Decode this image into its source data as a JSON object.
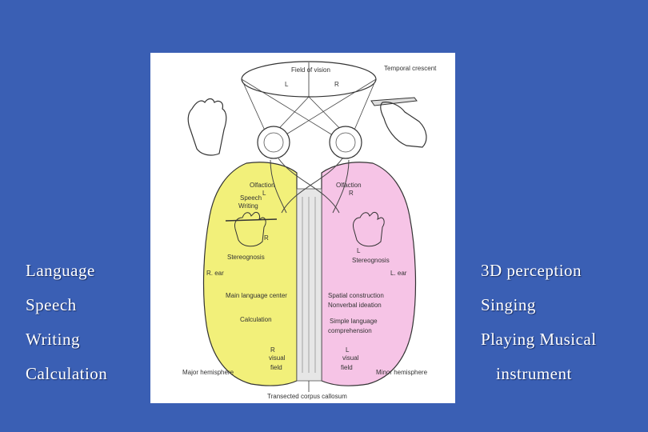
{
  "left_list": [
    "Language",
    "Speech",
    "Writing",
    "Calculation"
  ],
  "right_list": [
    "3D perception",
    "Singing",
    "Playing Musical",
    "instrument"
  ],
  "figure": {
    "field_of_vision": "Field of vision",
    "field_l": "L",
    "field_r": "R",
    "temporal_crescent": "Temporal crescent",
    "left_hemi": {
      "olfaction": "Olfaction",
      "olfaction_side": "L",
      "speech": "Speech",
      "writing": "Writing",
      "hand_side": "R",
      "stereognosis": "Stereognosis",
      "ear": "R. ear",
      "main_language_center": "Main language center",
      "calculation": "Calculation",
      "visual_side": "R",
      "visual": "visual",
      "field": "field"
    },
    "right_hemi": {
      "olfaction": "Olfaction",
      "olfaction_side": "R",
      "hand_side": "L",
      "stereognosis": "Stereognosis",
      "ear": "L. ear",
      "spatial_construction": "Spatial construction",
      "nonverbal_ideation": "Nonverbal ideation",
      "simple_language": "Simple language",
      "comprehension": "comprehension",
      "visual_side": "L",
      "visual": "visual",
      "field": "field"
    },
    "major_hemisphere": "Major hemisphere",
    "minor_hemisphere": "Minor hemisphere",
    "corpus_callosum": "Transected corpus callosum"
  },
  "colors": {
    "background": "#3a5fb4",
    "left_hemisphere": "#f2f07a",
    "right_hemisphere": "#f6c4e6"
  }
}
